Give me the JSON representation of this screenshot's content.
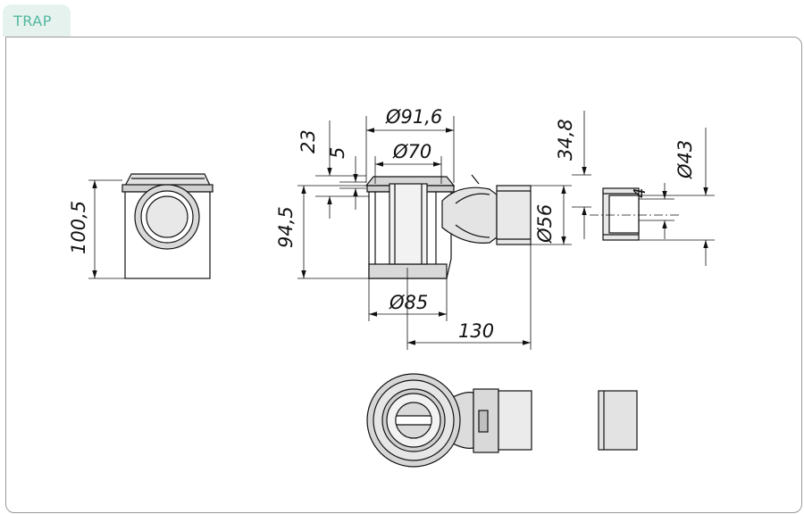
{
  "tab": {
    "label": "TRAP"
  },
  "dimensions": {
    "height_side": "100,5",
    "height_section": "94,5",
    "dim_23": "23",
    "dim_5": "5",
    "dia_91_6": "Ø91,6",
    "dia_70": "Ø70",
    "dia_85": "Ø85",
    "length_130": "130",
    "dim_34_8": "34,8",
    "dia_56": "Ø56",
    "dia_43": "Ø43",
    "dim_4": "4"
  }
}
